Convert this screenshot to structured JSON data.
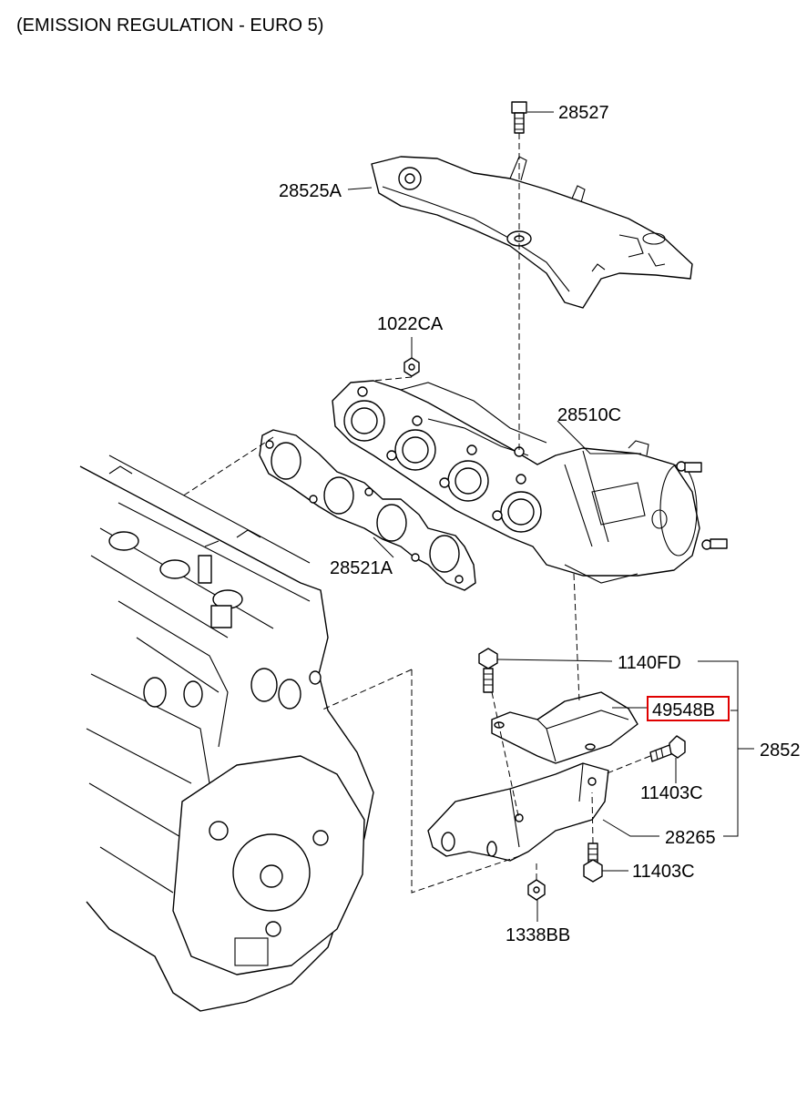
{
  "title": "(EMISSION REGULATION - EURO 5)",
  "highlight_color": "#e00000",
  "parts": {
    "bolt_top": "28527",
    "heat_protector": "28525A",
    "nut": "1022CA",
    "manifold": "28510C",
    "gasket": "28521A",
    "bolt_flange": "1140FD",
    "bracket_protector": "49548B",
    "bracket_assembly": "2852",
    "bolt_a": "11403C",
    "stay": "28265",
    "bolt_b": "11403C",
    "nut_bottom": "1338BB"
  }
}
